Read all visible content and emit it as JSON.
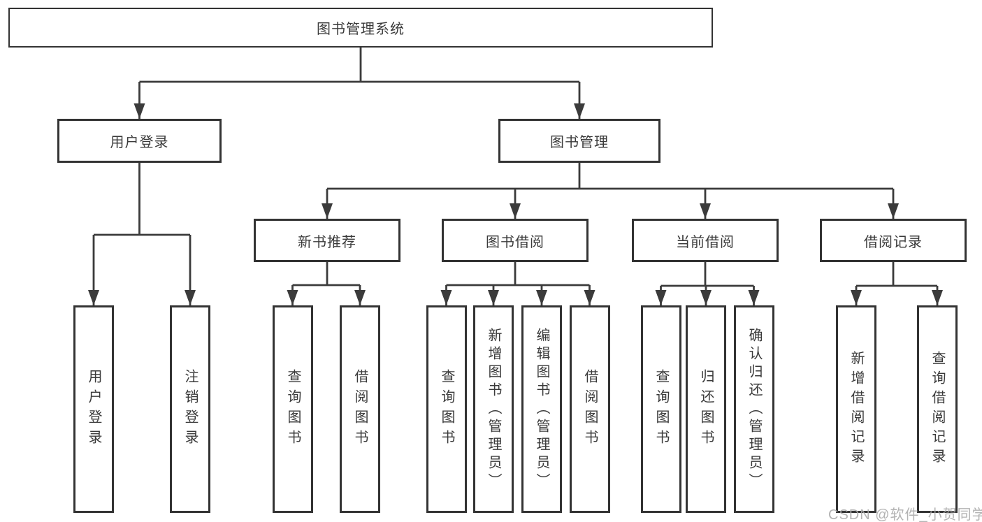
{
  "diagram_type": "hierarchy-tree",
  "tree": {
    "root": {
      "label": "图书管理系统",
      "children": [
        {
          "label": "用户登录",
          "children": [
            {
              "label": "用户登录"
            },
            {
              "label": "注销登录"
            }
          ]
        },
        {
          "label": "图书管理",
          "children": [
            {
              "label": "新书推荐",
              "children": [
                {
                  "label": "查询图书"
                },
                {
                  "label": "借阅图书"
                }
              ]
            },
            {
              "label": "图书借阅",
              "children": [
                {
                  "label": "查询图书"
                },
                {
                  "label": "新增图书（管理员）"
                },
                {
                  "label": "编辑图书（管理员）"
                },
                {
                  "label": "借阅图书"
                }
              ]
            },
            {
              "label": "当前借阅",
              "children": [
                {
                  "label": "查询图书"
                },
                {
                  "label": "归还图书"
                },
                {
                  "label": "确认归还（管理员）"
                }
              ]
            },
            {
              "label": "借阅记录",
              "children": [
                {
                  "label": "新增借阅记录"
                },
                {
                  "label": "查询借阅记录"
                }
              ]
            }
          ]
        }
      ]
    }
  },
  "watermark": {
    "text": "CSDN @软件_小贺同学"
  },
  "colors": {
    "line": "#3b3b3b",
    "box_border": "#333333",
    "text": "#3a3a3a",
    "background": "#ffffff",
    "watermark": "#a8a8a8"
  }
}
